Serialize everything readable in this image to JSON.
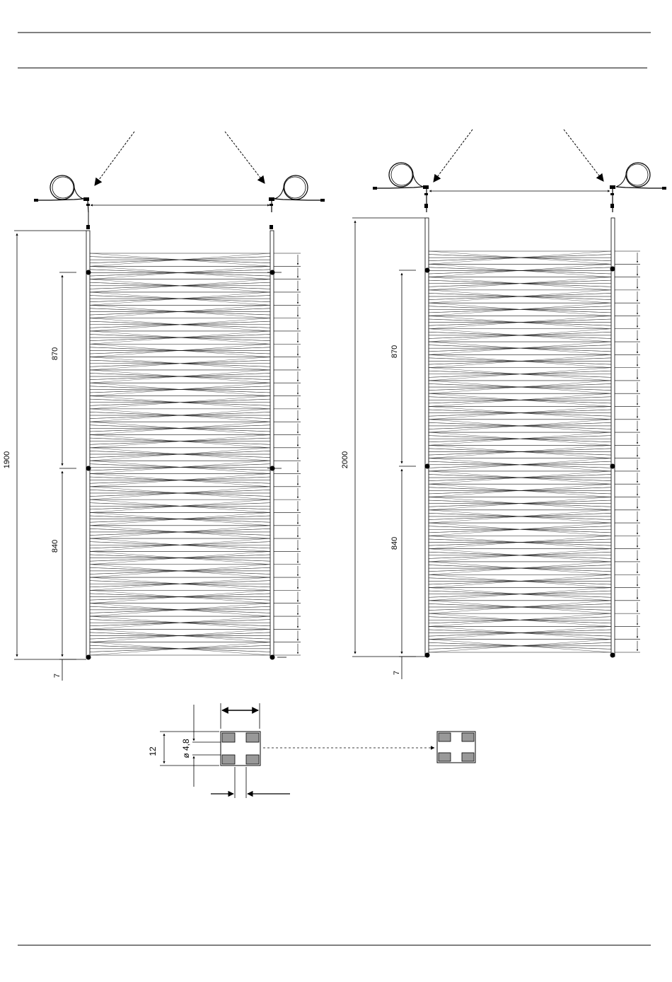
{
  "colors": {
    "line": "#000000",
    "mesh": "#111111",
    "block_fill": "#999999",
    "background": "#ffffff"
  },
  "diagrams": [
    {
      "id": "left",
      "total_height_label": "1900",
      "upper_segment_label": "870",
      "lower_segment_label": "840",
      "offset_label": "7"
    },
    {
      "id": "right",
      "total_height_label": "2000",
      "upper_segment_label": "870",
      "lower_segment_label": "840",
      "offset_label": "7"
    }
  ],
  "detail": {
    "height_label": "12",
    "diameter_label": "ø 4,8"
  }
}
